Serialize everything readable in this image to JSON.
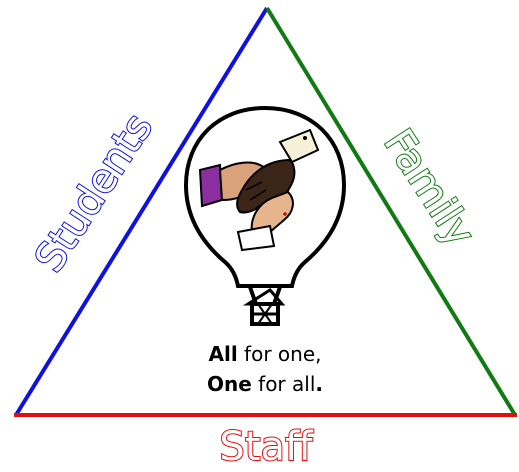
{
  "sides": {
    "left": {
      "label": "Students",
      "color": "#1010e0"
    },
    "right": {
      "label": "Family",
      "color": "#127a12"
    },
    "bottom": {
      "label": "Staff",
      "color": "#e01010"
    }
  },
  "motto": {
    "line1_bold": "All",
    "line1_rest": " for one,",
    "line2_bold": "One",
    "line2_rest": " for all",
    "line2_end": "."
  },
  "icons": [
    "joined-hands-icon",
    "hot-air-balloon-icon"
  ]
}
